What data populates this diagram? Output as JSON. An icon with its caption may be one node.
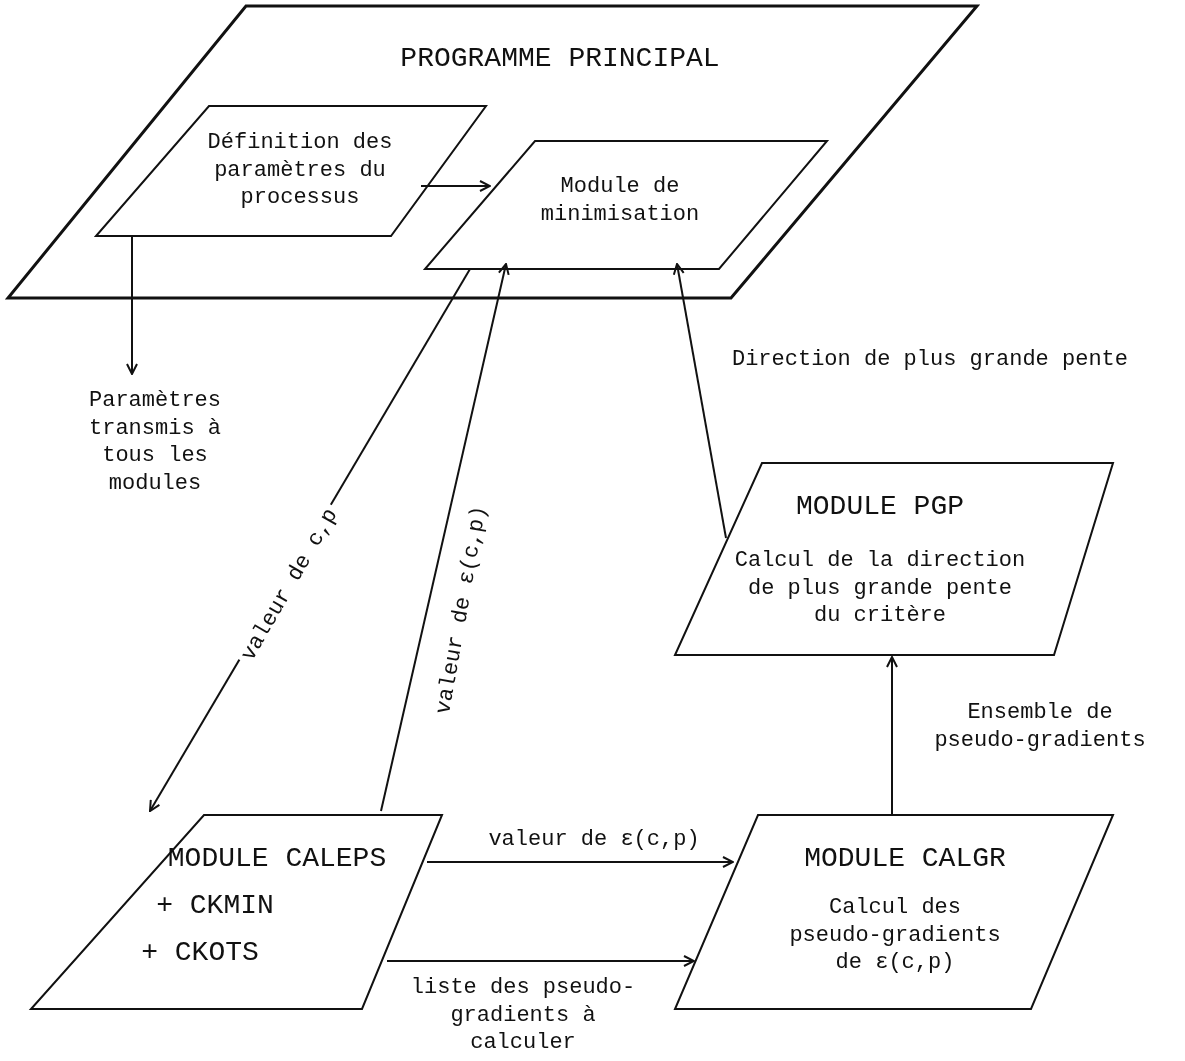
{
  "diagram": {
    "nodes": [
      {
        "text": [
          "PROGRAMME PRINCIPAL"
        ]
      },
      {
        "text": [
          "Définition des paramètres du processus"
        ],
        "in": 0
      },
      {
        "text": [
          "Module de minimisation"
        ],
        "in": 0
      },
      {
        "text": [
          "Paramètres transmis à tous les modules"
        ]
      },
      {
        "text": [
          "MODULE PGP",
          "Calcul de la direction de plus grande pente du critère"
        ]
      },
      {
        "text": [
          "MODULE CALEPS",
          "+ CKMIN",
          "+ CKOTS"
        ]
      },
      {
        "text": [
          "MODULE CALGR",
          "Calcul des pseudo-gradients de ε(c,p)"
        ]
      }
    ],
    "edges": [
      {
        "from": 1,
        "to": 2,
        "arrow": "to"
      },
      {
        "from": 1,
        "to": 3,
        "arrow": "to"
      },
      {
        "from": 2,
        "to": 5,
        "arrow": "to",
        "label": "valeur de c,p"
      },
      {
        "from": 5,
        "to": 2,
        "arrow": "to",
        "label": "valeur de ε(c,p)"
      },
      {
        "from": 4,
        "to": 2,
        "arrow": "to",
        "label": "Direction de plus grande pente"
      },
      {
        "from": 6,
        "to": 4,
        "arrow": "to",
        "label": "Ensemble de pseudo-gradients"
      },
      {
        "from": 5,
        "to": 6,
        "arrow": "to",
        "label": "valeur de ε(c,p)"
      },
      {
        "from": 5,
        "to": 6,
        "arrow": "to",
        "label": "liste des pseudo-gradients à calculer"
      }
    ]
  }
}
